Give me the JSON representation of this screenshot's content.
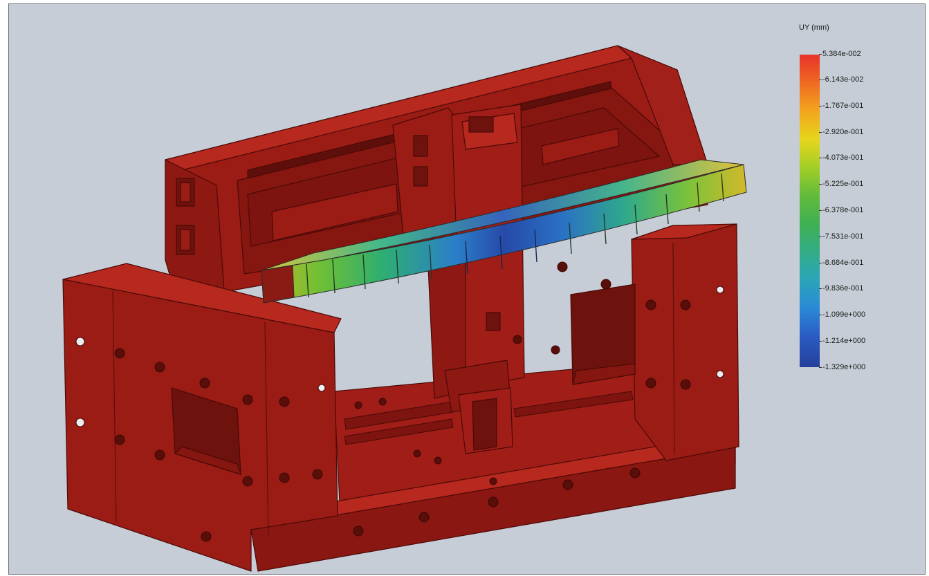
{
  "legend": {
    "title": "UY (mm)",
    "ticks": [
      "5.384e-002",
      "-6.143e-002",
      "-1.767e-001",
      "-2.920e-001",
      "-4.073e-001",
      "-5.225e-001",
      "-6.378e-001",
      "-7.531e-001",
      "-8.684e-001",
      "-9.836e-001",
      "-1.099e+000",
      "-1.214e+000",
      "-1.329e+000"
    ],
    "color_scale": [
      "#e8322a",
      "#ef6a22",
      "#f3a51d",
      "#e6d51c",
      "#a3cf27",
      "#63bb3a",
      "#3fb052",
      "#33ad86",
      "#2aa5b8",
      "#2a8ad6",
      "#2a5cc4",
      "#243f9a"
    ]
  },
  "colors": {
    "background": "#c6cdd6",
    "body_red": "#9a1c15",
    "body_red_dark": "#6e120d",
    "body_red_light": "#b7281e"
  }
}
